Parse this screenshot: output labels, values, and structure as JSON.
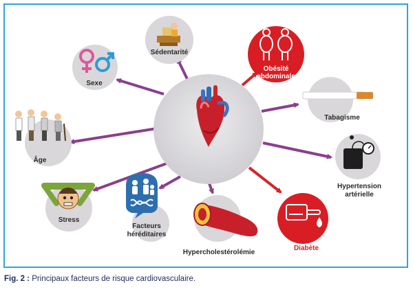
{
  "factors": {
    "sedentarite": "Sédentarité",
    "obesite_line1": "Obésité",
    "obesite_line2": "abdominale",
    "sexe": "Sexe",
    "tabagisme": "Tabagisme",
    "age": "Âge",
    "hypertension_line1": "Hypertension",
    "hypertension_line2": "artérielle",
    "stress": "Stress",
    "facteurs_line1": "Facteurs",
    "facteurs_line2": "héréditaires",
    "hypercholesterolemie": "Hypercholestérolémie",
    "diabete": "Diabète"
  },
  "caption": {
    "prefix": "Fig. 2 :",
    "text": " Principaux facteurs de risque cardiovasculaire."
  },
  "colors": {
    "frame": "#29a8d8",
    "center_disc": "#d9d7da",
    "arrow_purple": "#8a3f8d",
    "arrow_red": "#d8222a",
    "accent_red": "#d81e24",
    "accent_blue": "#2d6fae"
  }
}
